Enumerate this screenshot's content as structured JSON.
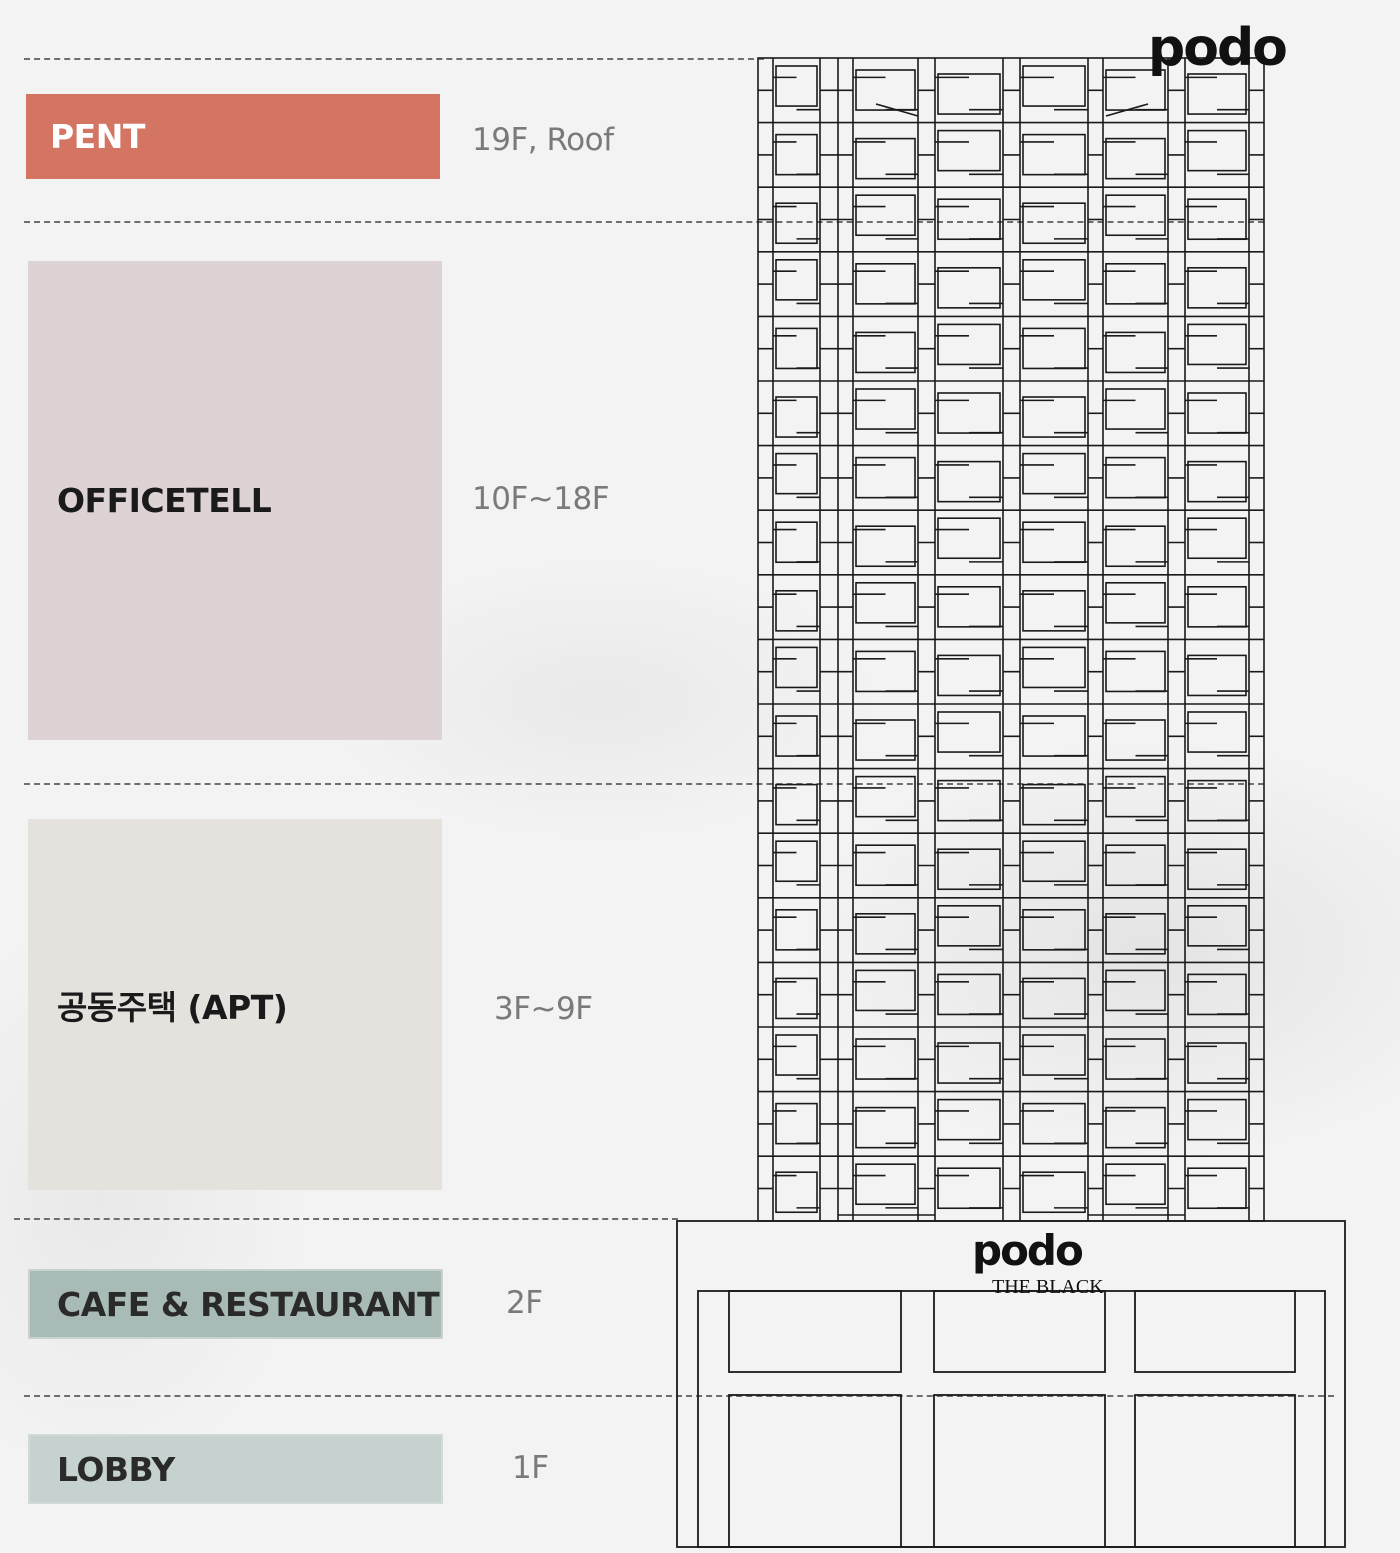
{
  "zones": [
    {
      "key": "pent",
      "label": "PENT",
      "floors": "19F, Roof",
      "color": "#d47463"
    },
    {
      "key": "office",
      "label": "OFFICETELL",
      "floors": "10F~18F",
      "color": "#ddd3d4"
    },
    {
      "key": "apt",
      "label": "공동주택 (APT)",
      "floors": "3F~9F",
      "color": "#e5e2de"
    },
    {
      "key": "cafe",
      "label": "CAFE & RESTAURANT",
      "floors": "2F",
      "color": "#a9bbb6"
    },
    {
      "key": "lobby",
      "label": "LOBBY",
      "floors": "1F",
      "color": "#c5d2cf"
    }
  ],
  "building": {
    "top_logo": "podo",
    "base_logo": "podo",
    "base_subtitle": "THE BLACK"
  }
}
